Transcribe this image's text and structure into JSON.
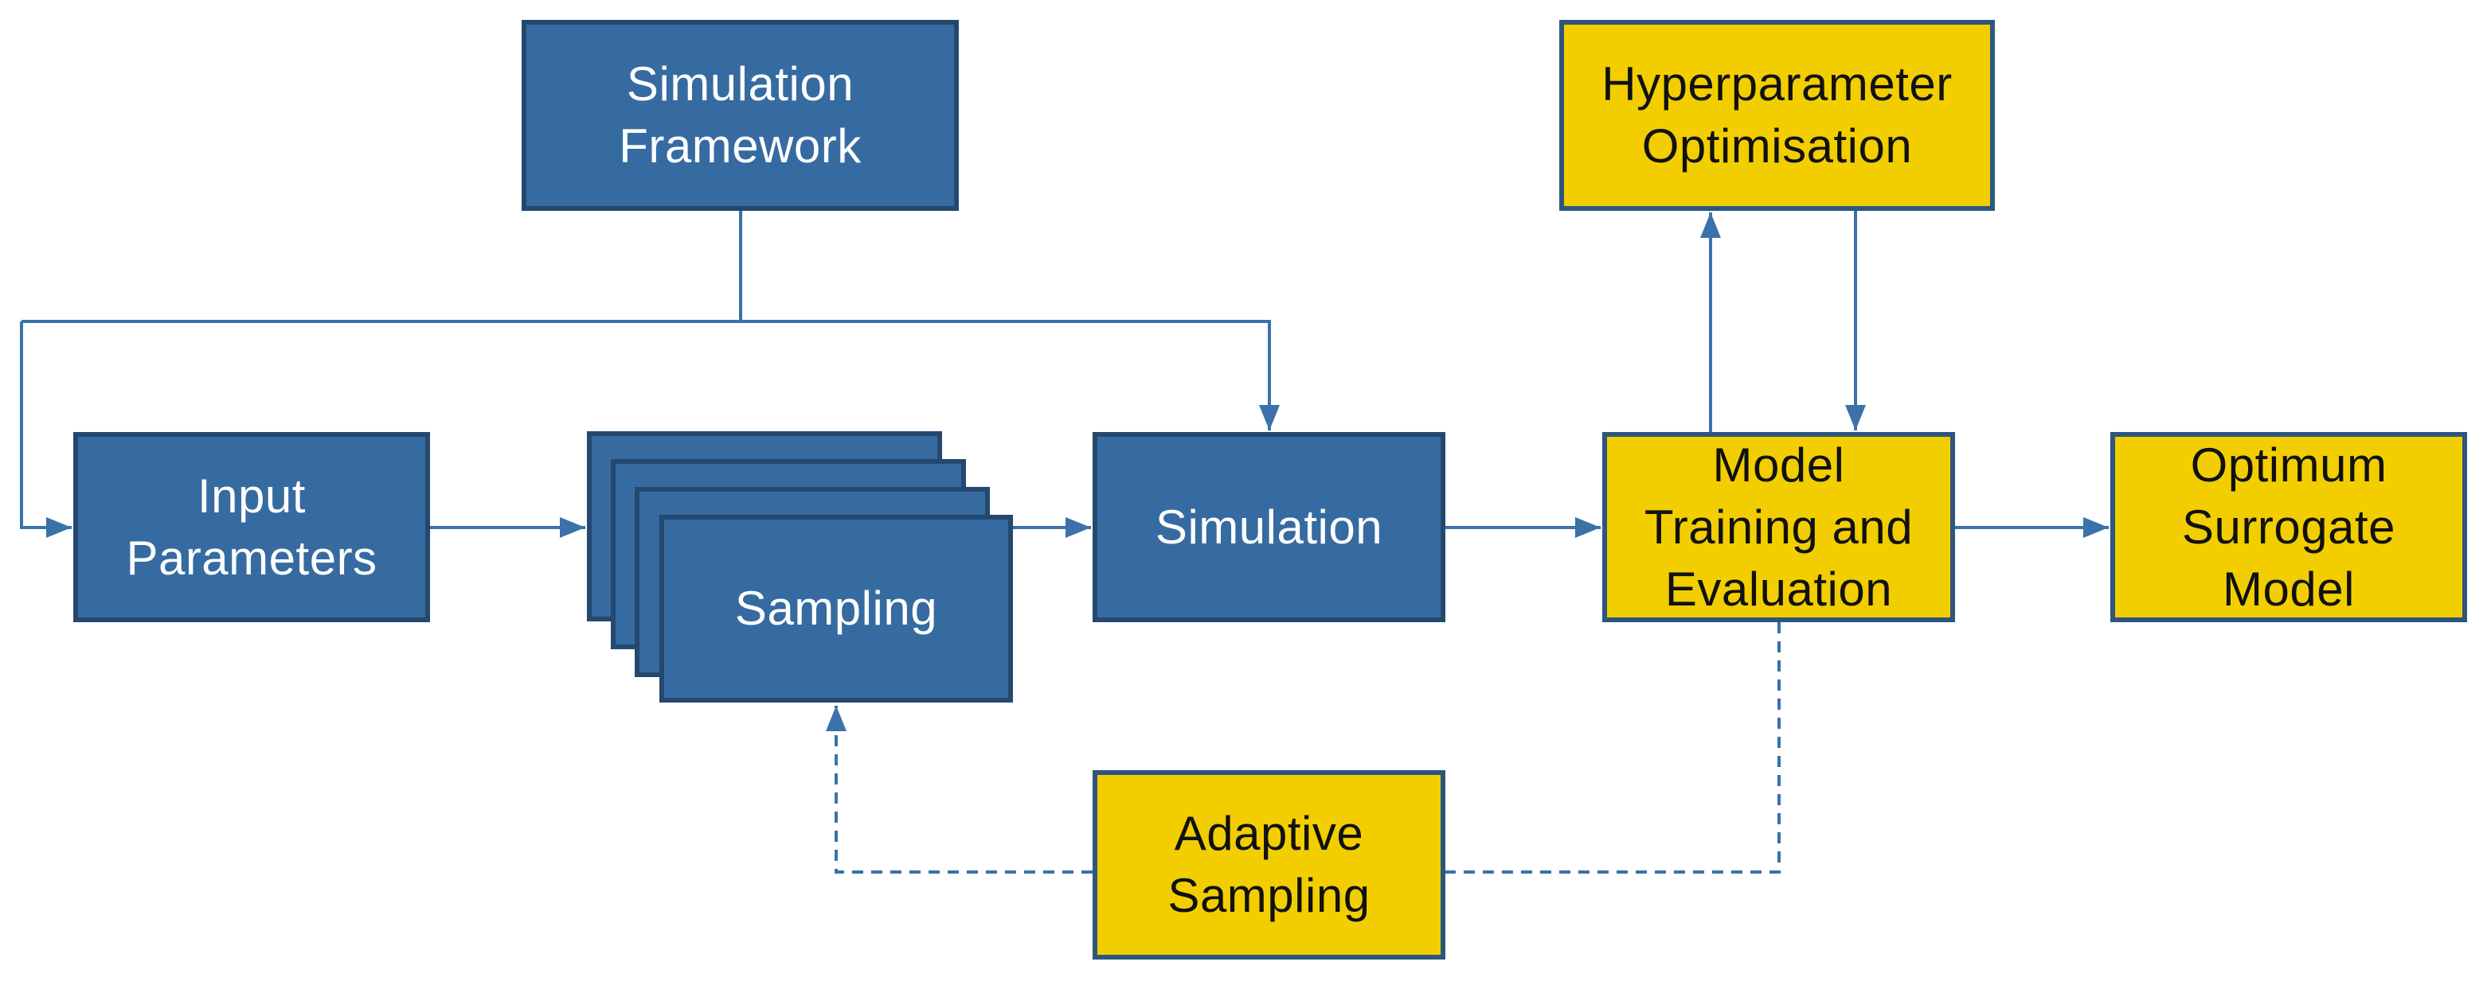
{
  "colors": {
    "blue_fill": "#366BA1",
    "blue_border": "#24486F",
    "yellow_fill": "#F2CE00",
    "yellow_border": "#2C567E",
    "connector": "#3A72A9",
    "text_on_blue": "#FFFFFF",
    "text_on_yellow": "#111111",
    "background": "#FFFFFF"
  },
  "nodes": {
    "simulation_framework": {
      "label": "Simulation Framework",
      "lines": [
        "Simulation",
        "Framework"
      ],
      "color": "blue"
    },
    "input_parameters": {
      "label": "Input Parameters",
      "lines": [
        "Input",
        "Parameters"
      ],
      "color": "blue"
    },
    "sampling": {
      "label": "Sampling",
      "lines": [
        "Sampling"
      ],
      "color": "blue",
      "stacked_copies": 4
    },
    "simulation": {
      "label": "Simulation",
      "lines": [
        "Simulation"
      ],
      "color": "blue"
    },
    "hyperparameter_optimisation": {
      "label": "Hyperparameter Optimisation",
      "lines": [
        "Hyperparameter",
        "Optimisation"
      ],
      "color": "yellow"
    },
    "model_training_evaluation": {
      "label": "Model Training and Evaluation",
      "lines": [
        "Model",
        "Training and",
        "Evaluation"
      ],
      "color": "yellow"
    },
    "optimum_surrogate_model": {
      "label": "Optimum Surrogate Model",
      "lines": [
        "Optimum",
        "Surrogate",
        "Model"
      ],
      "color": "yellow"
    },
    "adaptive_sampling": {
      "label": "Adaptive Sampling",
      "lines": [
        "Adaptive",
        "Sampling"
      ],
      "color": "yellow"
    }
  },
  "connectors": [
    {
      "from": "simulation_framework",
      "to": "trunk",
      "style": "solid",
      "arrow": false
    },
    {
      "from": "trunk",
      "to": "simulation",
      "style": "solid",
      "arrow": true
    },
    {
      "from": "trunk",
      "to": "input_parameters",
      "style": "solid",
      "arrow": true
    },
    {
      "from": "input_parameters",
      "to": "sampling",
      "style": "solid",
      "arrow": true
    },
    {
      "from": "sampling",
      "to": "simulation",
      "style": "solid",
      "arrow": true
    },
    {
      "from": "simulation",
      "to": "model_training_evaluation",
      "style": "solid",
      "arrow": true
    },
    {
      "from": "model_training_evaluation",
      "to": "optimum_surrogate_model",
      "style": "solid",
      "arrow": true
    },
    {
      "from": "model_training_evaluation",
      "to": "hyperparameter_optimisation",
      "style": "solid",
      "arrow": true
    },
    {
      "from": "hyperparameter_optimisation",
      "to": "model_training_evaluation",
      "style": "solid",
      "arrow": true
    },
    {
      "from": "model_training_evaluation",
      "to": "sampling",
      "via": "adaptive_sampling",
      "style": "dashed",
      "arrow": true
    }
  ]
}
